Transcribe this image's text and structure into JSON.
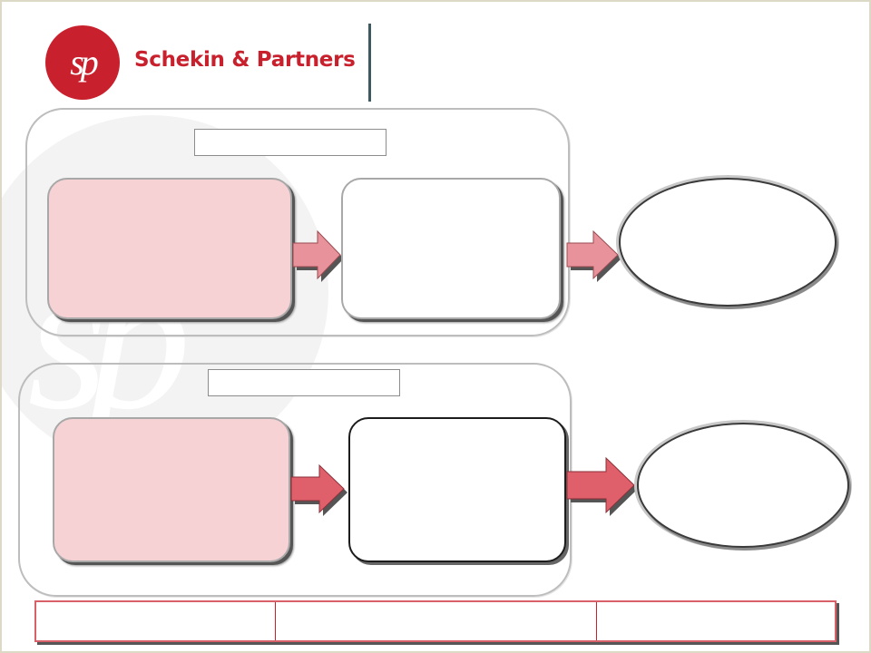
{
  "logo": {
    "monogram": "sp",
    "name": "Schekin & Partners",
    "brand_color": "#c8202c"
  },
  "watermark": {
    "monogram": "sp"
  },
  "diagram": {
    "groups": [
      {
        "label": "",
        "input_box": {
          "text": "",
          "fill": "#f6d2d4"
        },
        "process_box": {
          "text": ""
        },
        "result": {
          "text": ""
        }
      },
      {
        "label": "",
        "input_box": {
          "text": "",
          "fill": "#f6d2d4"
        },
        "process_box": {
          "text": ""
        },
        "result": {
          "text": ""
        }
      }
    ],
    "arrow_colors": [
      "#e8939b",
      "#df606b"
    ]
  },
  "footer_table": {
    "cells": [
      "",
      "",
      ""
    ]
  }
}
